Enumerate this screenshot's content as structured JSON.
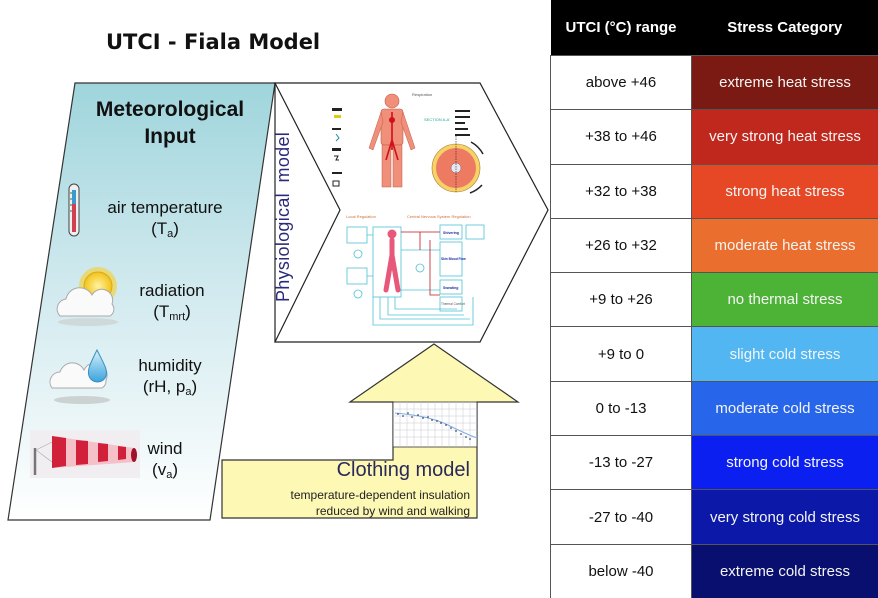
{
  "title": "UTCI - Fiala Model",
  "meteorological_input": {
    "heading_line1": "Meteorological",
    "heading_line2": "Input",
    "items": [
      {
        "icon": "thermometer-icon",
        "label": "air temperature",
        "symbol": "T",
        "subscript": "a"
      },
      {
        "icon": "sun-cloud-icon",
        "label": "radiation",
        "symbol": "T",
        "subscript": "mrt"
      },
      {
        "icon": "cloud-raindrop-icon",
        "label": "humidity",
        "symbol": "rH, p",
        "subscript": "a"
      },
      {
        "icon": "windsock-icon",
        "label": "wind",
        "symbol": "v",
        "subscript": "a"
      }
    ]
  },
  "physiological_model": {
    "label": "Physiological  model",
    "figure_labels": {
      "section": "SECTION A-A'",
      "local_regulation": "Local Regulation",
      "cns_regulation": "Central Nervous System Regulation",
      "shivering": "Shivering",
      "skin_blood_flow": "Skin Blood Flow",
      "sweating": "Sweating",
      "thermal_comfort": "Thermal Comfort"
    }
  },
  "clothing_model": {
    "title": "Clothing model",
    "description_line1": "temperature-dependent insulation",
    "description_line2": "reduced by wind and walking"
  },
  "table": {
    "headers": [
      "UTCI (°C) range",
      "Stress Category"
    ],
    "rows": [
      {
        "range": "above +46",
        "category": "extreme heat stress",
        "color": "#7b1a12"
      },
      {
        "range": "+38 to +46",
        "category": "very strong heat stress",
        "color": "#c0281d"
      },
      {
        "range": "+32 to +38",
        "category": "strong heat stress",
        "color": "#e64826"
      },
      {
        "range": "+26 to +32",
        "category": "moderate heat stress",
        "color": "#ea6e2e"
      },
      {
        "range": "+9 to +26",
        "category": "no thermal stress",
        "color": "#4db337"
      },
      {
        "range": "+9 to 0",
        "category": "slight cold stress",
        "color": "#52b6f2"
      },
      {
        "range": "0 to -13",
        "category": "moderate cold stress",
        "color": "#2765ea"
      },
      {
        "range": "-13 to -27",
        "category": "strong cold stress",
        "color": "#0b20f0"
      },
      {
        "range": "-27 to -40",
        "category": "very strong cold stress",
        "color": "#0b18a8"
      },
      {
        "range": "below -40",
        "category": "extreme cold stress",
        "color": "#080f6e"
      }
    ]
  }
}
